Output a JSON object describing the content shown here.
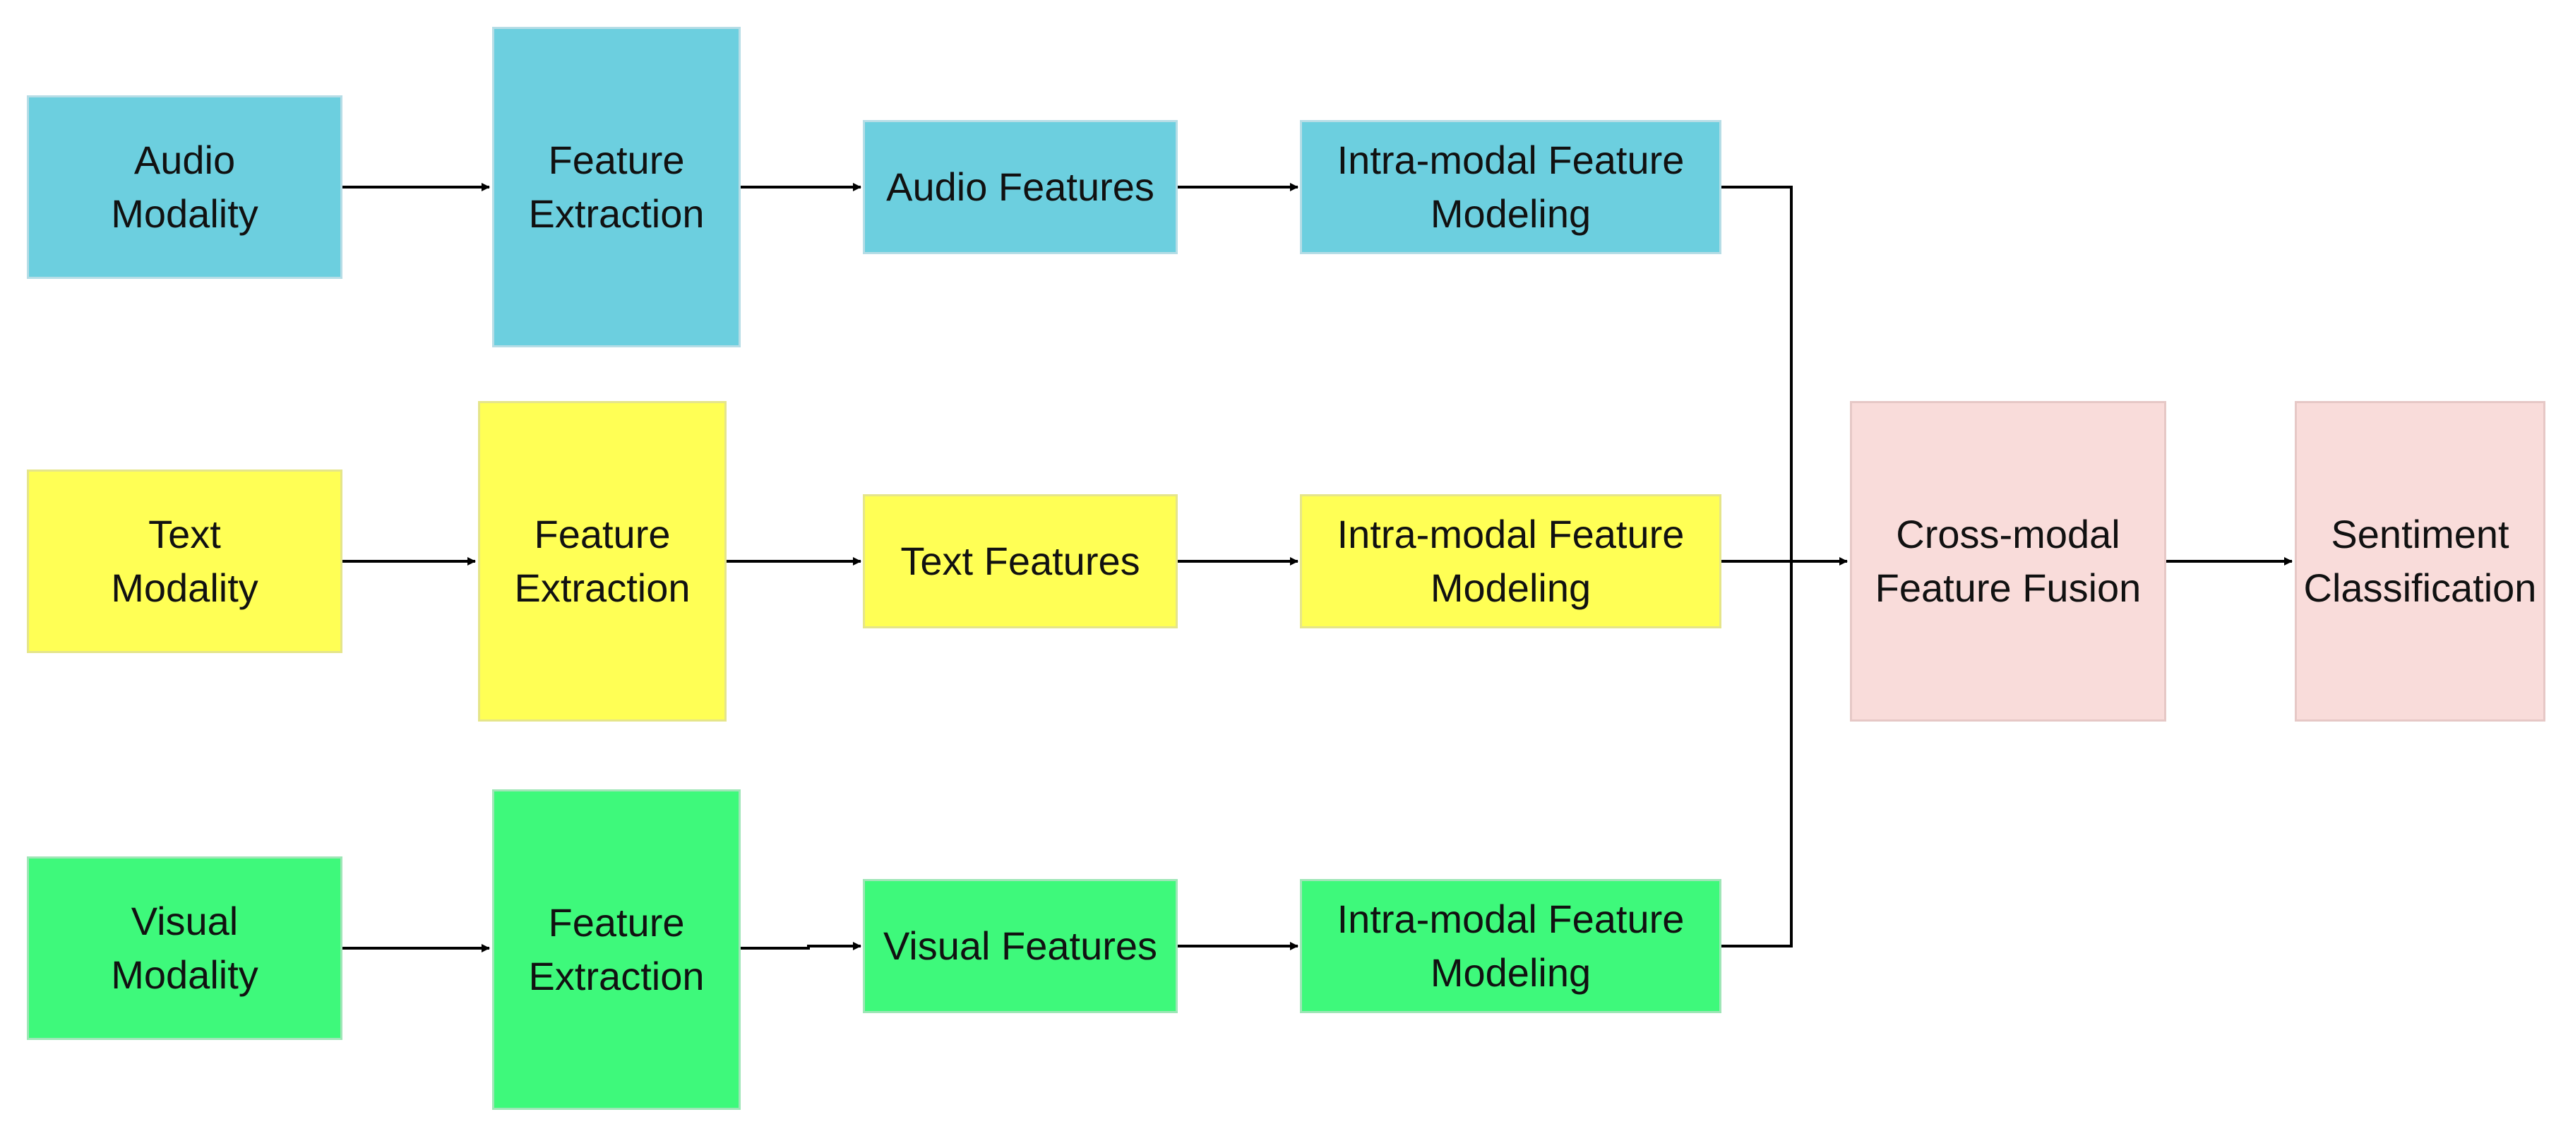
{
  "colors": {
    "audio": "#6CCFDF",
    "audio_border": "#B6DDE6",
    "text": "#FFFF55",
    "text_border": "#E5E58A",
    "visual": "#3EF97B",
    "visual_border": "#9FE6B7",
    "fusion": "#F9DCDA",
    "fusion_border": "#E6C8C6",
    "edge": "#000000"
  },
  "nodes": {
    "audio_modality": "Audio\nModality",
    "audio_extraction": "Feature\nExtraction",
    "audio_features": "Audio Features",
    "audio_intra": "Intra-modal Feature\nModeling",
    "text_modality": "Text\nModality",
    "text_extraction": "Feature\nExtraction",
    "text_features": "Text Features",
    "text_intra": "Intra-modal Feature\nModeling",
    "visual_modality": "Visual\nModality",
    "visual_extraction": "Feature\nExtraction",
    "visual_features": "Visual Features",
    "visual_intra": "Intra-modal Feature\nModeling",
    "cross_fusion": "Cross-modal\nFeature Fusion",
    "sentiment": "Sentiment\nClassification"
  },
  "edges": [
    {
      "from": "audio_modality",
      "to": "audio_extraction"
    },
    {
      "from": "audio_extraction",
      "to": "audio_features"
    },
    {
      "from": "audio_features",
      "to": "audio_intra"
    },
    {
      "from": "text_modality",
      "to": "text_extraction"
    },
    {
      "from": "text_extraction",
      "to": "text_features"
    },
    {
      "from": "text_features",
      "to": "text_intra"
    },
    {
      "from": "visual_modality",
      "to": "visual_extraction"
    },
    {
      "from": "visual_extraction",
      "to": "visual_features"
    },
    {
      "from": "visual_features",
      "to": "visual_intra"
    },
    {
      "from": "audio_intra",
      "to": "cross_fusion"
    },
    {
      "from": "text_intra",
      "to": "cross_fusion"
    },
    {
      "from": "visual_intra",
      "to": "cross_fusion"
    },
    {
      "from": "cross_fusion",
      "to": "sentiment"
    }
  ]
}
